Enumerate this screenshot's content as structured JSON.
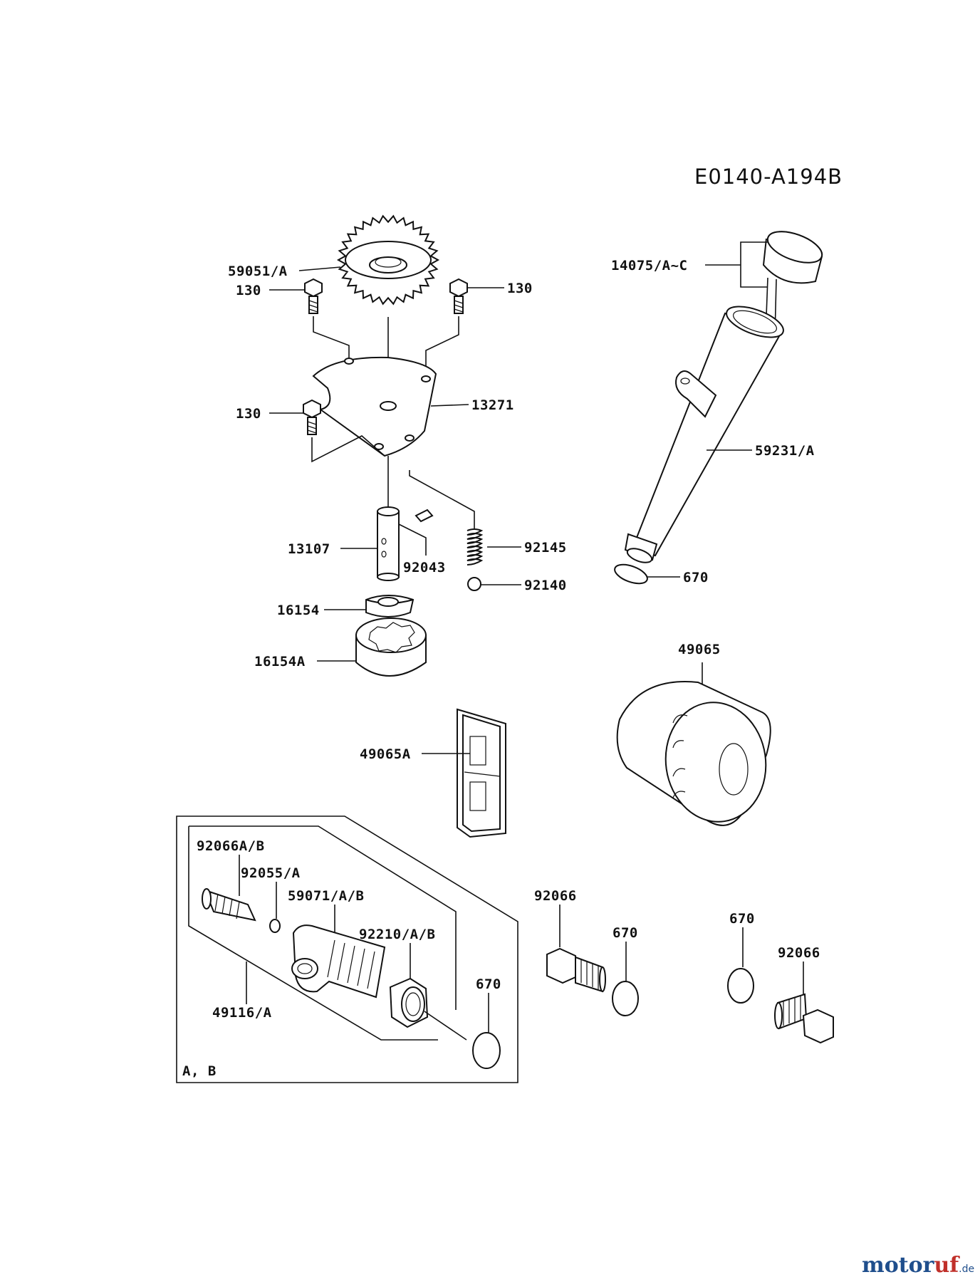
{
  "diagram_code": "E0140-A194B",
  "labels": {
    "p59051": "59051/A",
    "p130_left": "130",
    "p130_right": "130",
    "p130_mid": "130",
    "p13271": "13271",
    "p14075": "14075/A~C",
    "p59231": "59231/A",
    "p13107": "13107",
    "p92043": "92043",
    "p92145": "92145",
    "p92140": "92140",
    "p670_top": "670",
    "p16154": "16154",
    "p16154A": "16154A",
    "p49065": "49065",
    "p49065A": "49065A",
    "p92066AB": "92066A/B",
    "p92055A": "92055/A",
    "p59071AB": "59071/A/B",
    "p92210AB": "92210/A/B",
    "p670_box": "670",
    "p49116A": "49116/A",
    "box_variant": "A, B",
    "p92066_mid": "92066",
    "p670_mid": "670",
    "p670_right": "670",
    "p92066_right": "92066"
  },
  "watermark": {
    "part1": "motor",
    "part2": "uf",
    "suffix": ".de"
  },
  "colors": {
    "ink": "#111111",
    "watermark_blue": "#1f4e8c",
    "watermark_red": "#c0302a"
  }
}
